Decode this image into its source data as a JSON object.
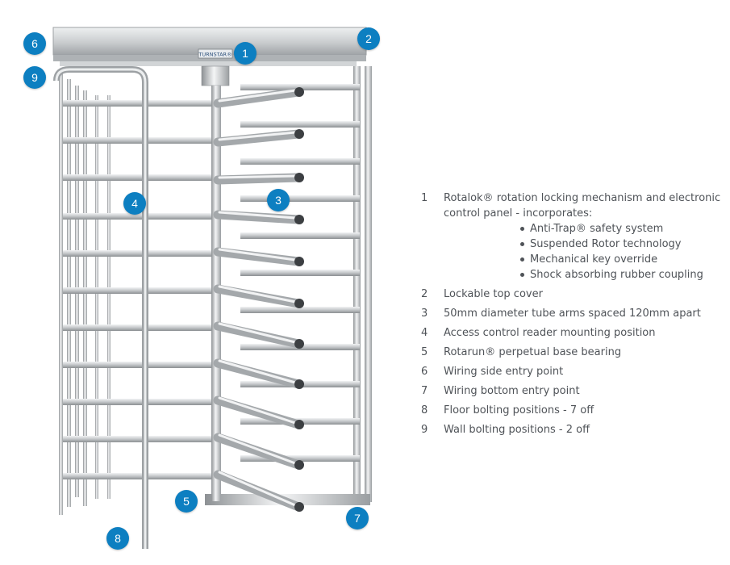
{
  "product": {
    "brand_plate": "TURNSTAR®"
  },
  "theme": {
    "callout_color": "#0d7fc1",
    "text_color": "#4f5358",
    "steel_color": "#b9bcbf"
  },
  "callouts": [
    "1",
    "2",
    "3",
    "4",
    "5",
    "6",
    "7",
    "8",
    "9"
  ],
  "legend": [
    {
      "num": "1",
      "text": "Rotalok® rotation locking mechanism and electronic control panel - incorporates:",
      "subitems": [
        "Anti-Trap® safety system",
        "Suspended Rotor technology",
        "Mechanical key override",
        "Shock absorbing rubber coupling"
      ]
    },
    {
      "num": "2",
      "text": "Lockable top cover"
    },
    {
      "num": "3",
      "text": "50mm diameter tube arms spaced 120mm apart"
    },
    {
      "num": "4",
      "text": "Access control reader mounting position"
    },
    {
      "num": "5",
      "text": "Rotarun® perpetual base bearing"
    },
    {
      "num": "6",
      "text": "Wiring side entry point"
    },
    {
      "num": "7",
      "text": "Wiring bottom entry point"
    },
    {
      "num": "8",
      "text": "Floor bolting positions - 7 off"
    },
    {
      "num": "9",
      "text": "Wall bolting positions - 2 off"
    }
  ]
}
